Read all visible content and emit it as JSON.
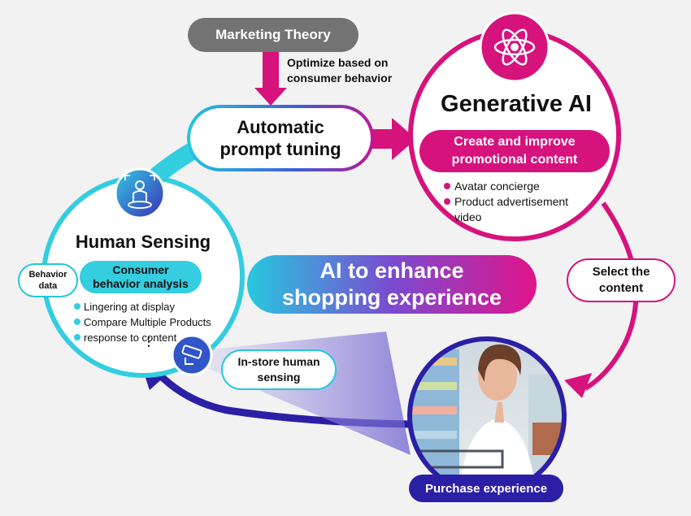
{
  "marketing_theory": "Marketing Theory",
  "optimize": {
    "line1": "Optimize based on",
    "line2": "consumer behavior"
  },
  "automatic_prompt": {
    "line1": "Automatic",
    "line2": "prompt tuning"
  },
  "generative_ai": {
    "title": "Generative AI",
    "pill_line1": "Create and improve",
    "pill_line2": "promotional content",
    "items": [
      "Avatar concierge",
      "Product advertisement",
      "video"
    ]
  },
  "human_sensing": {
    "title": "Human Sensing",
    "behavior_data_line1": "Behavior",
    "behavior_data_line2": "data",
    "analysis_line1": "Consumer",
    "analysis_line2": "behavior analysis",
    "items": [
      "Lingering at display",
      "Compare Multiple Products",
      "response to content"
    ],
    "ellipsis": "⋮"
  },
  "center": {
    "line1": "AI to enhance",
    "line2": "shopping experience"
  },
  "select_content": {
    "line1": "Select the",
    "line2": "content"
  },
  "instore": {
    "line1": "In-store human",
    "line2": "sensing"
  },
  "purchase": "Purchase experience",
  "colors": {
    "cyan": "#22c7dc",
    "magenta": "#d6127d",
    "navy": "#2b1fa6",
    "grey": "#737373"
  },
  "icons": [
    "atom-icon",
    "person-sensing-icon",
    "camera-icon"
  ]
}
